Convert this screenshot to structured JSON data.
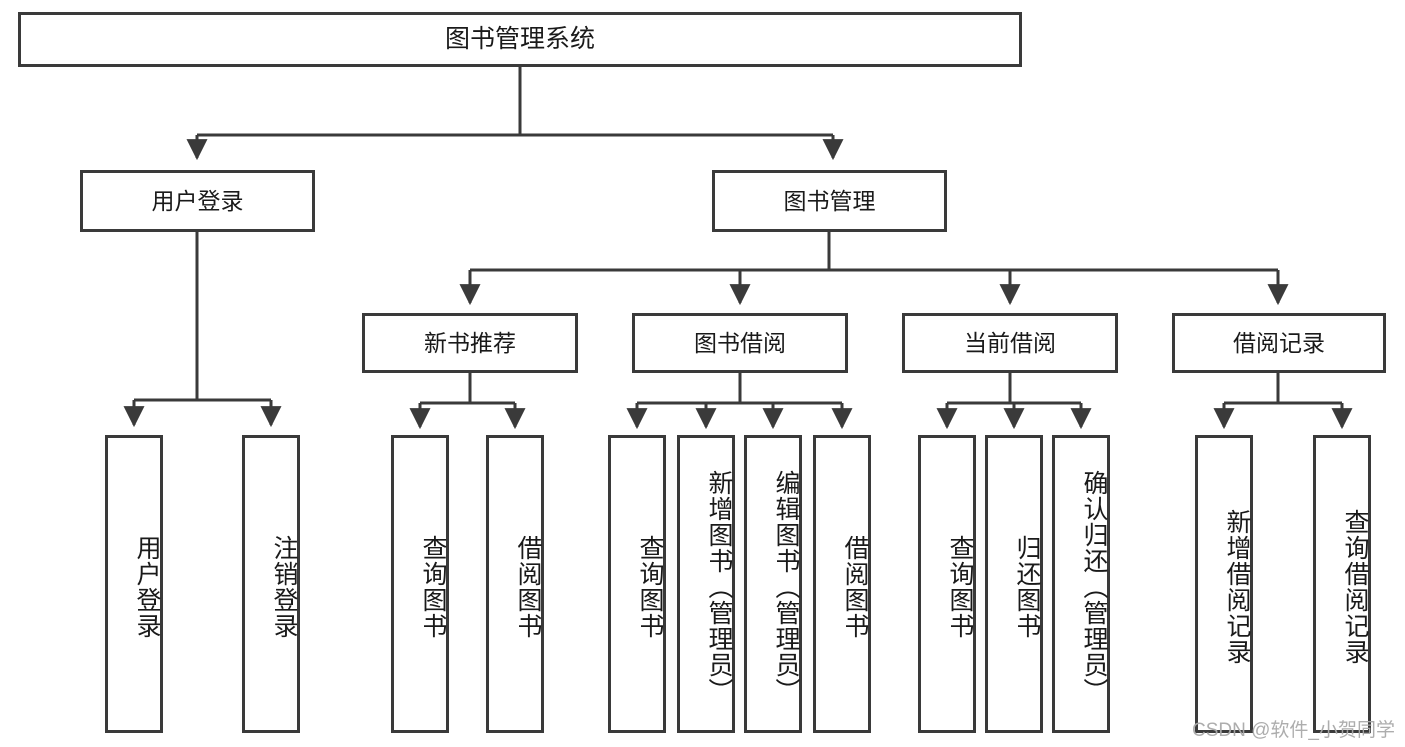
{
  "diagram": {
    "type": "tree",
    "title": "图书管理系统",
    "root": {
      "label": "图书管理系统"
    },
    "level2": [
      {
        "label": "用户登录"
      },
      {
        "label": "图书管理"
      }
    ],
    "level3": [
      {
        "label": "新书推荐"
      },
      {
        "label": "图书借阅"
      },
      {
        "label": "当前借阅"
      },
      {
        "label": "借阅记录"
      }
    ],
    "leaves": {
      "user_login": [
        {
          "label": "用户登录"
        },
        {
          "label": "注销登录"
        }
      ],
      "new_book_recommend": [
        {
          "label": "查询图书"
        },
        {
          "label": "借阅图书"
        }
      ],
      "book_borrow": [
        {
          "label": "查询图书"
        },
        {
          "label": "新增图书（管理员）"
        },
        {
          "label": "编辑图书（管理员）"
        },
        {
          "label": "借阅图书"
        }
      ],
      "current_borrow": [
        {
          "label": "查询图书"
        },
        {
          "label": "归还图书"
        },
        {
          "label": "确认归还（管理员）"
        }
      ],
      "borrow_record": [
        {
          "label": "新增借阅记录"
        },
        {
          "label": "查询借阅记录"
        }
      ]
    }
  },
  "watermark": {
    "text": "CSDN @软件_小贺同学"
  },
  "colors": {
    "stroke": "#3a3a3a",
    "background": "#ffffff",
    "text": "#1a1a1a",
    "watermark": "#a9a9a9"
  }
}
